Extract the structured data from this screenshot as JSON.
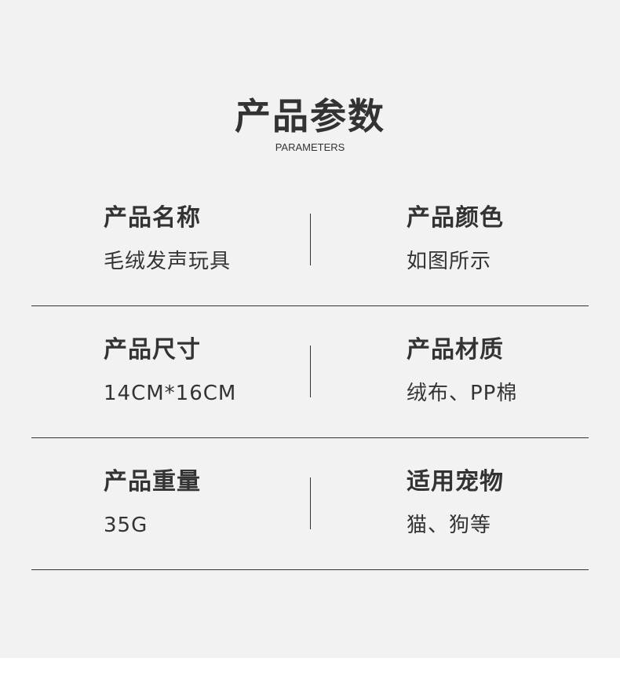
{
  "header": {
    "title": "产品参数",
    "subtitle": "PARAMETERS"
  },
  "params": [
    {
      "left": {
        "label": "产品名称",
        "value": "毛绒发声玩具"
      },
      "right": {
        "label": "产品颜色",
        "value": "如图所示"
      }
    },
    {
      "left": {
        "label": "产品尺寸",
        "value": "14CM*16CM"
      },
      "right": {
        "label": "产品材质",
        "value": "绒布、PP棉"
      }
    },
    {
      "left": {
        "label": "产品重量",
        "value": "35G"
      },
      "right": {
        "label": "适用宠物",
        "value": "猫、狗等"
      }
    }
  ],
  "colors": {
    "background": "#f2f2f2",
    "text": "#333333",
    "divider": "#333333"
  }
}
